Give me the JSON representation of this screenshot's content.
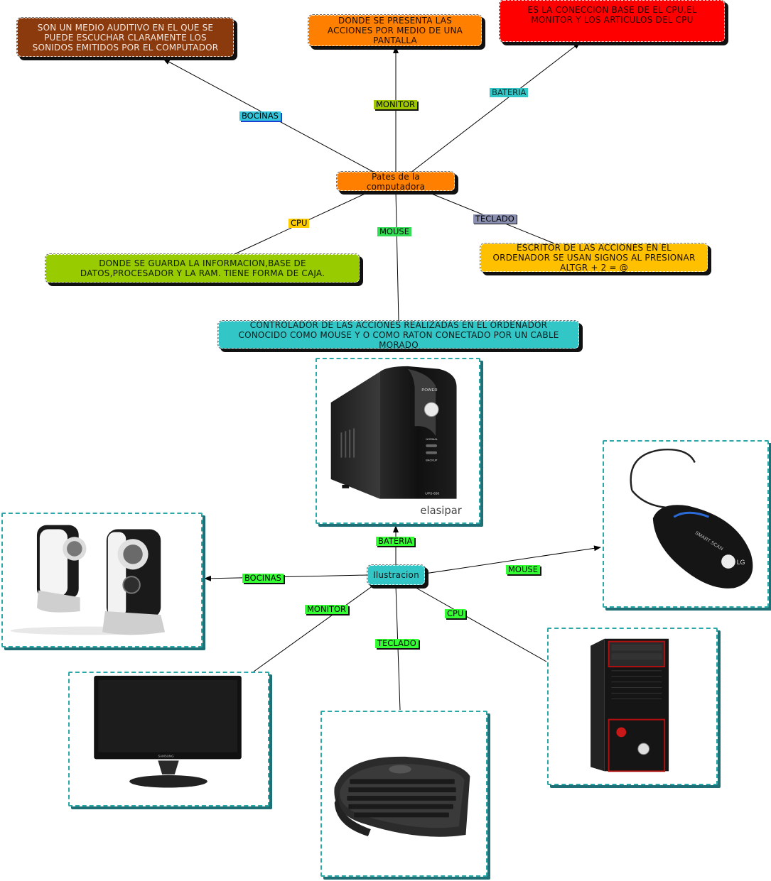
{
  "colors": {
    "center_top": "#ff8000",
    "center_bottom": "#33c6c6",
    "label_green": "#33ff33",
    "label_bocinas_top": "#33c6dd",
    "label_monitor_top": "#a0c800",
    "label_bateria_top": "#33c6c6",
    "label_cpu_top": "#ffcc00",
    "label_mouse_top": "#33dd55",
    "label_teclado_top": "#8a8fb0"
  },
  "top_map": {
    "center": "Pates de la computadora",
    "bocinas_label": "BOCINAS",
    "bocinas_desc": "SON UN MEDIO AUDITIVO EN EL QUE SE PUEDE ESCUCHAR CLARAMENTE LOS SONIDOS EMITIDOS POR EL COMPUTADOR",
    "monitor_label": "MONITOR",
    "monitor_desc": "DONDE SE PRESENTA LAS ACCIONES POR MEDIO DE UNA PANTALLA",
    "bateria_label": "BATERIA",
    "bateria_desc": "ES LA CONECCION BASE DE EL CPU,EL MONITOR Y LOS ARTICULOS DEL CPU",
    "cpu_label": "CPU",
    "cpu_desc": "DONDE SE GUARDA LA INFORMACION,BASE DE DATOS,PROCESADOR Y LA RAM. TIENE FORMA DE CAJA.",
    "mouse_label": "MOUSE",
    "mouse_desc": "CONTROLADOR DE LAS ACCIONES REALIZADAS EN EL ORDENADOR CONOCIDO COMO MOUSE Y O COMO RATON CONECTADO POR UN CABLE MORADO",
    "teclado_label": "TECLADO",
    "teclado_desc": "ESCRITOR DE LAS ACCIONES EN EL ORDENADOR SE USAN SIGNOS AL PRESIONAR ALTGR + 2 = @"
  },
  "bottom_map": {
    "center": "Ilustracion",
    "bateria_label": "BATERIA",
    "bocinas_label": "BOCINAS",
    "mouse_label": "MOUSE",
    "monitor_label": "MONITOR",
    "cpu_label": "CPU",
    "teclado_label": "TECLADO"
  },
  "image_text": {
    "ups_power": "POWER",
    "ups_normal": "NORMAL",
    "ups_backup": "BACKUP",
    "ups_model": "UPS-650",
    "ups_watermark": "elasipar",
    "mouse_brand": "SMART SCAN",
    "mouse_logo": "LG",
    "monitor_brand": "SAMSUNG"
  }
}
